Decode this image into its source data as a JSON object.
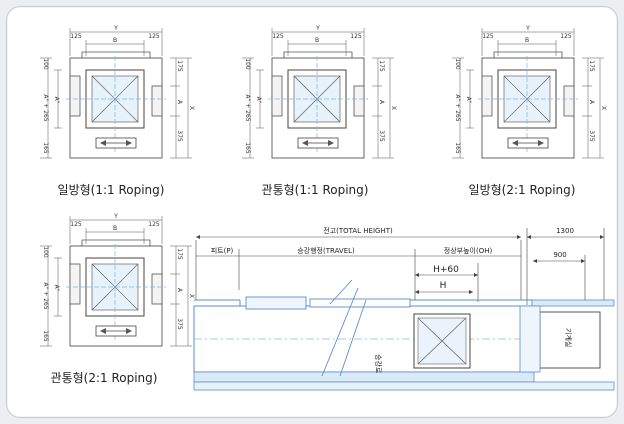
{
  "colors": {
    "ink": "#4a4a4a",
    "blue": "#7fb6e6",
    "lightblue": "#d4e8f8",
    "bg": "#ffffff"
  },
  "plans": [
    {
      "caption": "일방형(1:1 Roping)",
      "dims": {
        "y": "Y",
        "b": "B",
        "w1": "125",
        "w2": "125",
        "left_top": "100",
        "left_a2": "A\" + 265",
        "left_a": "A\"",
        "left_bot": "165",
        "right_top": "175",
        "right_a": "A",
        "right_bot": "375",
        "x": "X"
      }
    },
    {
      "caption": "관통형(1:1 Roping)",
      "dims": {
        "y": "Y",
        "b": "B",
        "w1": "125",
        "w2": "125",
        "left_top": "100",
        "left_a2": "A\" + 265",
        "left_a": "A\"",
        "left_bot": "165",
        "right_top": "175",
        "right_a": "A",
        "right_bot": "375",
        "x": "X"
      }
    },
    {
      "caption": "일방형(2:1 Roping)",
      "dims": {
        "y": "Y",
        "b": "B",
        "w1": "125",
        "w2": "125",
        "left_top": "100",
        "left_a2": "A\" + 265",
        "left_a": "A\"",
        "left_bot": "165",
        "right_top": "175",
        "right_a": "A",
        "right_bot": "375",
        "x": "X"
      }
    },
    {
      "caption": "관통형(2:1 Roping)",
      "dims": {
        "y": "Y",
        "b": "B",
        "w1": "125",
        "w2": "125",
        "left_top": "100",
        "left_a2": "A\" + 265",
        "left_a": "A\"",
        "left_bot": "165",
        "right_top": "175",
        "right_a": "A",
        "right_bot": "375",
        "x": "X"
      }
    }
  ],
  "section": {
    "total_height": "전고(TOTAL HEIGHT)",
    "pit": "피트(P)",
    "travel": "승강행정(TRAVEL)",
    "overhead": "정상부높이(OH)",
    "h60": "H+60",
    "h": "H",
    "dim_1300": "1300",
    "dim_900": "900",
    "machine_room": "기계실",
    "hoistway": "승강로"
  }
}
